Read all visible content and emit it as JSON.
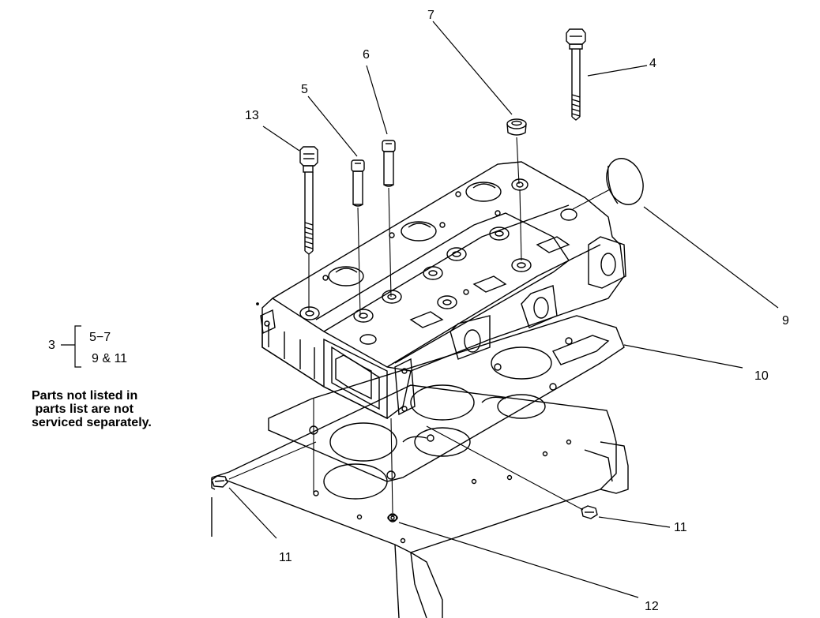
{
  "callouts": {
    "c4": "4",
    "c5": "5",
    "c6": "6",
    "c7": "7",
    "c9": "9",
    "c10": "10",
    "c11a": "11",
    "c11b": "11",
    "c12": "12",
    "c13": "13"
  },
  "group": {
    "parent": "3",
    "child_1": "5−7",
    "child_2": "9 & 11"
  },
  "note": {
    "line_1": "Parts not listed in",
    "line_2": " parts list are not",
    "line_3": "serviced separately."
  }
}
